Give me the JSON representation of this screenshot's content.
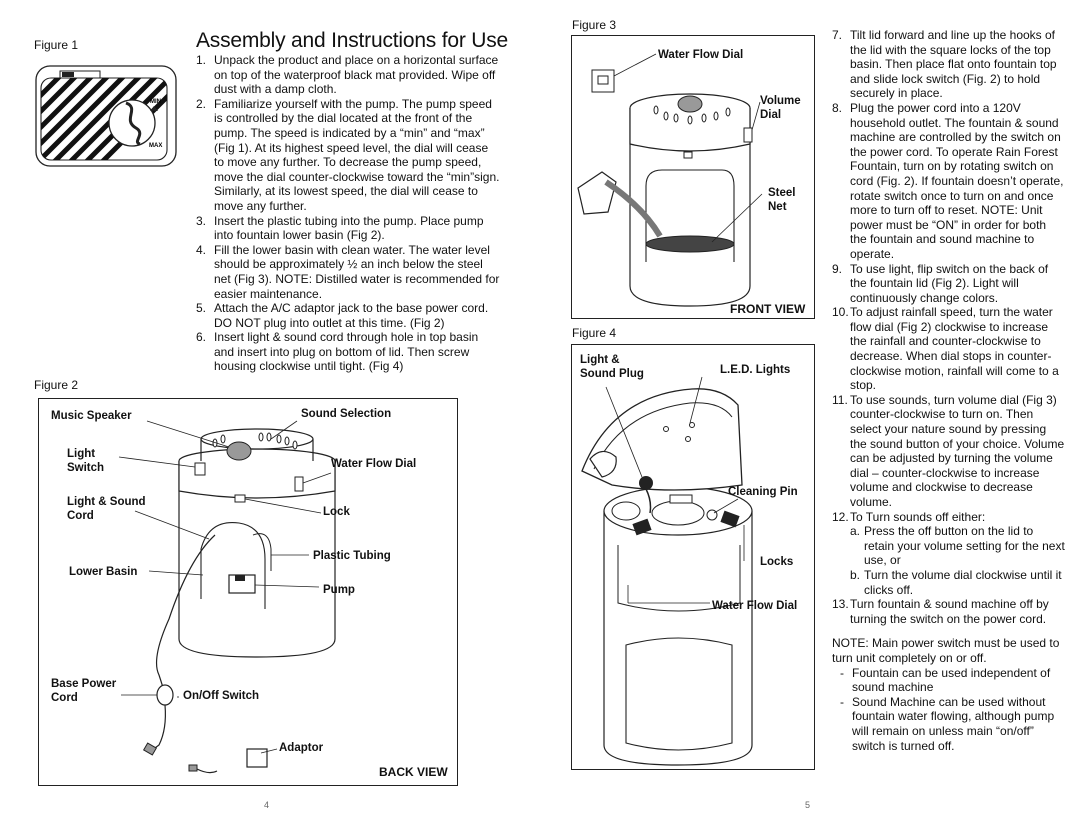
{
  "left_page": {
    "title": "Assembly and Instructions for Use",
    "figure1_caption": "Figure 1",
    "figure1_labels": {
      "min": "MIN",
      "max": "MAX"
    },
    "steps": [
      {
        "num": "1.",
        "text": "Unpack the product and place on a horizontal surface on top of the waterproof black mat provided. Wipe off dust with a damp cloth."
      },
      {
        "num": "2.",
        "text": "Familiarize yourself with the pump. The pump speed is controlled by the dial located at the front of the pump. The speed is indicated by a “min” and “max” (Fig 1). At its highest speed level, the dial will cease to move any further. To decrease the pump speed, move the dial counter-clockwise toward the “min”sign. Similarly, at its lowest speed, the dial will cease to move any further."
      },
      {
        "num": "3.",
        "text": "Insert the plastic tubing into the pump. Place pump into fountain lower basin (Fig 2)."
      },
      {
        "num": "4.",
        "text": "Fill the lower basin with clean water. The water level should be approximately ½ an inch below the steel net (Fig 3). NOTE: Distilled water is recommended for easier maintenance."
      },
      {
        "num": "5.",
        "text": "Attach the A/C adaptor jack to the base power cord. DO NOT plug into outlet at this time. (Fig 2)"
      },
      {
        "num": "6.",
        "text": "Insert light & sound cord through hole in top basin and insert into plug on bottom of lid. Then screw housing clockwise until tight. (Fig 4)"
      }
    ],
    "figure2_caption": "Figure 2",
    "figure2_labels": {
      "music_speaker": "Music Speaker",
      "sound_selection": "Sound Selection",
      "light_switch": "Light\nSwitch",
      "water_flow_dial": "Water Flow Dial",
      "light_sound_cord": "Light & Sound\nCord",
      "lock": "Lock",
      "plastic_tubing": "Plastic Tubing",
      "lower_basin": "Lower Basin",
      "pump": "Pump",
      "base_power_cord": "Base Power\nCord",
      "on_off_switch": "On/Off Switch",
      "adaptor": "Adaptor",
      "view": "BACK VIEW"
    },
    "page_number": "4"
  },
  "right_page": {
    "figure3_caption": "Figure 3",
    "figure3_labels": {
      "water_flow_dial": "Water Flow Dial",
      "volume_dial": "Volume\nDial",
      "steel_net": "Steel\nNet",
      "view": "FRONT VIEW"
    },
    "figure4_caption": "Figure 4",
    "figure4_labels": {
      "light_sound_plug": "Light &\nSound Plug",
      "led_lights": "L.E.D. Lights",
      "cleaning_pin": "Cleaning Pin",
      "locks": "Locks",
      "water_flow_dial": "Water Flow Dial"
    },
    "steps": [
      {
        "num": "7.",
        "text": "Tilt lid forward and line up the hooks of the lid with the square locks of the top basin. Then place flat onto fountain top and slide lock switch (Fig. 2) to hold securely in place."
      },
      {
        "num": "8.",
        "text": "Plug the power cord into a 120V household outlet. The fountain & sound machine are controlled by the switch on the power cord. To operate Rain Forest Fountain, turn on by rotating switch on cord (Fig. 2). If fountain doesn’t operate, rotate switch once to turn on and once more to turn off to reset. NOTE: Unit power must be “ON” in order for both the fountain and sound machine to operate."
      },
      {
        "num": "9.",
        "text": "To use light, flip switch on the back of the fountain lid (Fig 2). Light will continuously change colors."
      },
      {
        "num": "10.",
        "text": "To adjust rainfall speed, turn the water flow dial (Fig 2) clockwise to increase the rainfall and counter-clockwise to decrease. When dial stops in counter-clockwise motion, rainfall will come to a stop."
      },
      {
        "num": "11.",
        "text": "To use sounds, turn volume dial (Fig 3) counter-clockwise to turn on. Then select your nature sound by pressing the sound button of your choice. Volume can be adjusted by turning the volume dial – counter-clockwise to increase volume and clockwise to decrease volume."
      },
      {
        "num": "12.",
        "text": "To Turn sounds off either:"
      }
    ],
    "step12_sub": [
      {
        "num": "a.",
        "text": "Press the off button on the lid to retain your volume setting for the next use, or"
      },
      {
        "num": "b.",
        "text": "Turn the volume dial clockwise until it clicks off."
      }
    ],
    "step13": {
      "num": "13.",
      "text": "Turn fountain & sound machine off by turning the switch on the power cord."
    },
    "note": "NOTE: Main power switch must be used to turn unit completely on or off.",
    "bullets": [
      {
        "num": "-",
        "text": "Fountain can be used independent of sound machine"
      },
      {
        "num": "-",
        "text": "Sound Machine can be used without fountain water flowing, although pump will remain on unless main “on/off” switch is turned off."
      }
    ],
    "page_number": "5"
  }
}
